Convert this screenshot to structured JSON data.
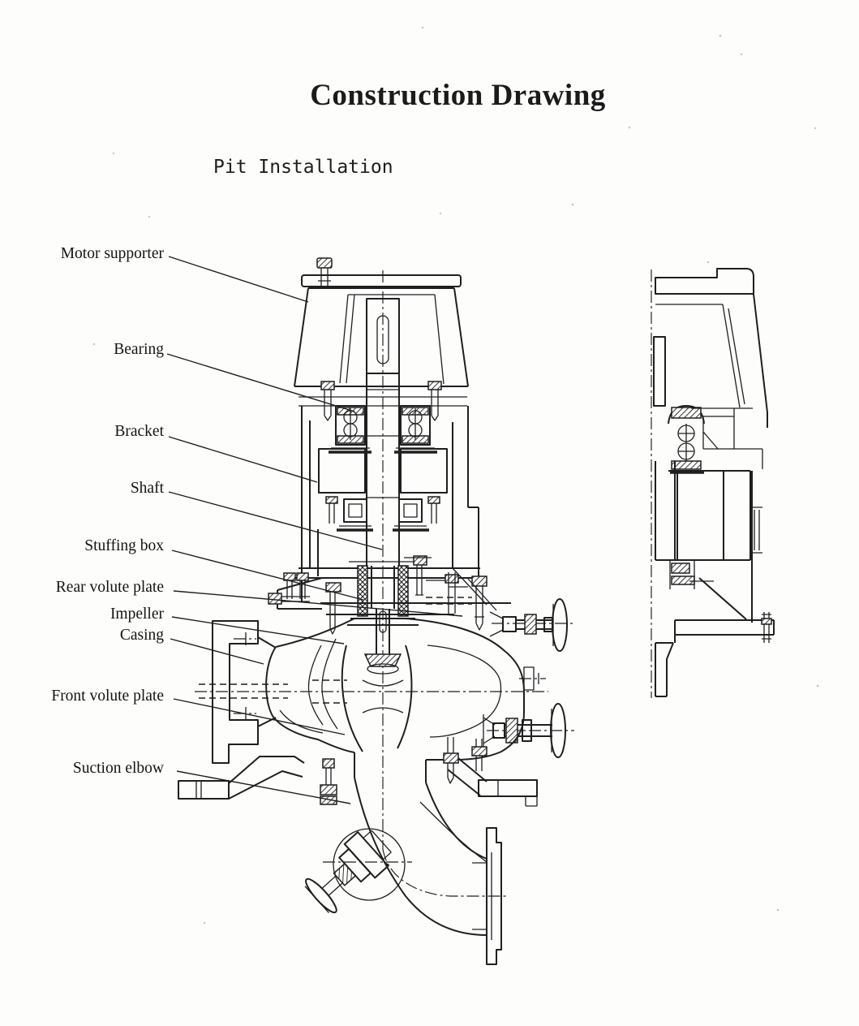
{
  "document": {
    "title": "Construction Drawing",
    "subtitle": "Pit Installation"
  },
  "diagram": {
    "ink_color": "#1f1f1f",
    "paper_color": "#fdfdfc",
    "views": [
      {
        "name": "front-section-view"
      },
      {
        "name": "side-elevation-view"
      }
    ],
    "labels": [
      {
        "text": "Motor supporter"
      },
      {
        "text": "Bearing"
      },
      {
        "text": "Bracket"
      },
      {
        "text": "Shaft"
      },
      {
        "text": "Stuffing box"
      },
      {
        "text": "Rear volute plate"
      },
      {
        "text": "Impeller"
      },
      {
        "text": "Casing"
      },
      {
        "text": "Front volute plate"
      },
      {
        "text": "Suction elbow"
      }
    ]
  }
}
